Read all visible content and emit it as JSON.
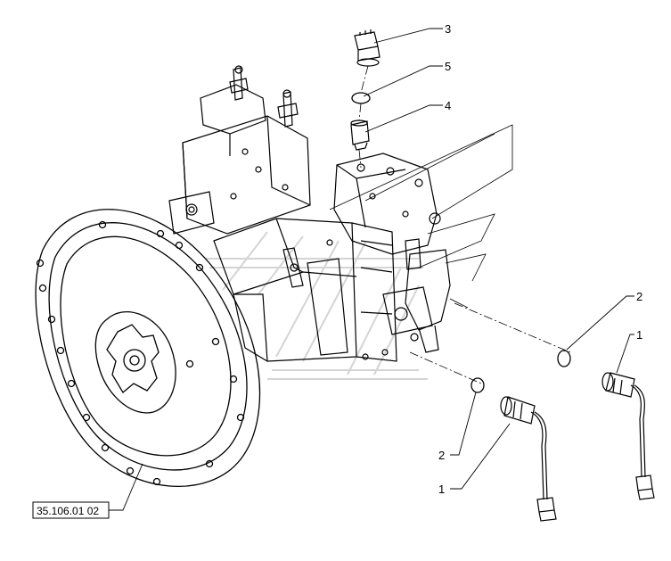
{
  "callouts": [
    {
      "id": "c3",
      "label": "3"
    },
    {
      "id": "c5",
      "label": "5"
    },
    {
      "id": "c4",
      "label": "4"
    },
    {
      "id": "c2a",
      "label": "2"
    },
    {
      "id": "c1a",
      "label": "1"
    },
    {
      "id": "c2b",
      "label": "2"
    },
    {
      "id": "c1b",
      "label": "1"
    }
  ],
  "reference": {
    "label": "35.106.01 02"
  },
  "colors": {
    "line": "#000000",
    "watermark": "#d8d8d8",
    "background": "#ffffff"
  }
}
